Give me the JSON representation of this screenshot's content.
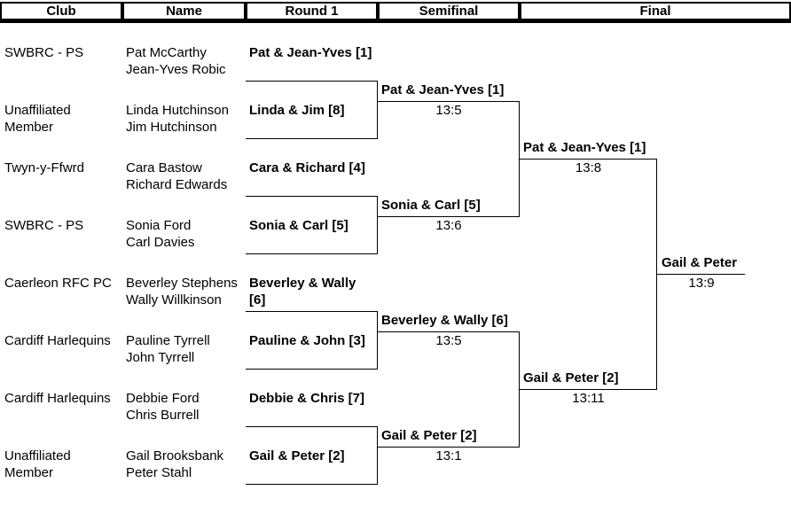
{
  "headers": [
    "Club",
    "Name",
    "Round 1",
    "Semifinal",
    "Final"
  ],
  "round1": [
    {
      "club": "SWBRC - PS",
      "names": [
        "Pat McCarthy",
        "Jean-Yves Robic"
      ],
      "team": "Pat & Jean-Yves [1]"
    },
    {
      "club": "Unaffiliated Member",
      "names": [
        "Linda Hutchinson",
        "Jim Hutchinson"
      ],
      "team": "Linda & Jim [8]"
    },
    {
      "club": "Twyn-y-Ffwrd",
      "names": [
        "Cara Bastow",
        "Richard Edwards"
      ],
      "team": "Cara & Richard [4]"
    },
    {
      "club": "SWBRC - PS",
      "names": [
        "Sonia Ford",
        "Carl Davies"
      ],
      "team": "Sonia & Carl [5]"
    },
    {
      "club": "Caerleon RFC PC",
      "names": [
        "Beverley Stephens",
        "Wally Willkinson"
      ],
      "team": "Beverley & Wally [6]"
    },
    {
      "club": "Cardiff Harlequins",
      "names": [
        "Pauline Tyrrell",
        "John Tyrrell"
      ],
      "team": "Pauline & John [3]"
    },
    {
      "club": "Cardiff Harlequins",
      "names": [
        "Debbie Ford",
        "Chris Burrell"
      ],
      "team": "Debbie & Chris [7]"
    },
    {
      "club": "Unaffiliated Member",
      "names": [
        "Gail Brooksbank",
        "Peter Stahl"
      ],
      "team": "Gail & Peter [2]"
    }
  ],
  "semifinal": [
    {
      "team": "Pat & Jean-Yves [1]",
      "score": "13:5"
    },
    {
      "team": "Sonia & Carl [5]",
      "score": "13:6"
    },
    {
      "team": "Beverley & Wally [6]",
      "score": "13:5"
    },
    {
      "team": "Gail & Peter [2]",
      "score": "13:1"
    }
  ],
  "final": [
    {
      "team": "Pat & Jean-Yves [1]",
      "score": "13:8"
    },
    {
      "team": "Gail & Peter [2]",
      "score": "13:11"
    }
  ],
  "winner": {
    "team": "Gail & Peter",
    "score": "13:9"
  }
}
